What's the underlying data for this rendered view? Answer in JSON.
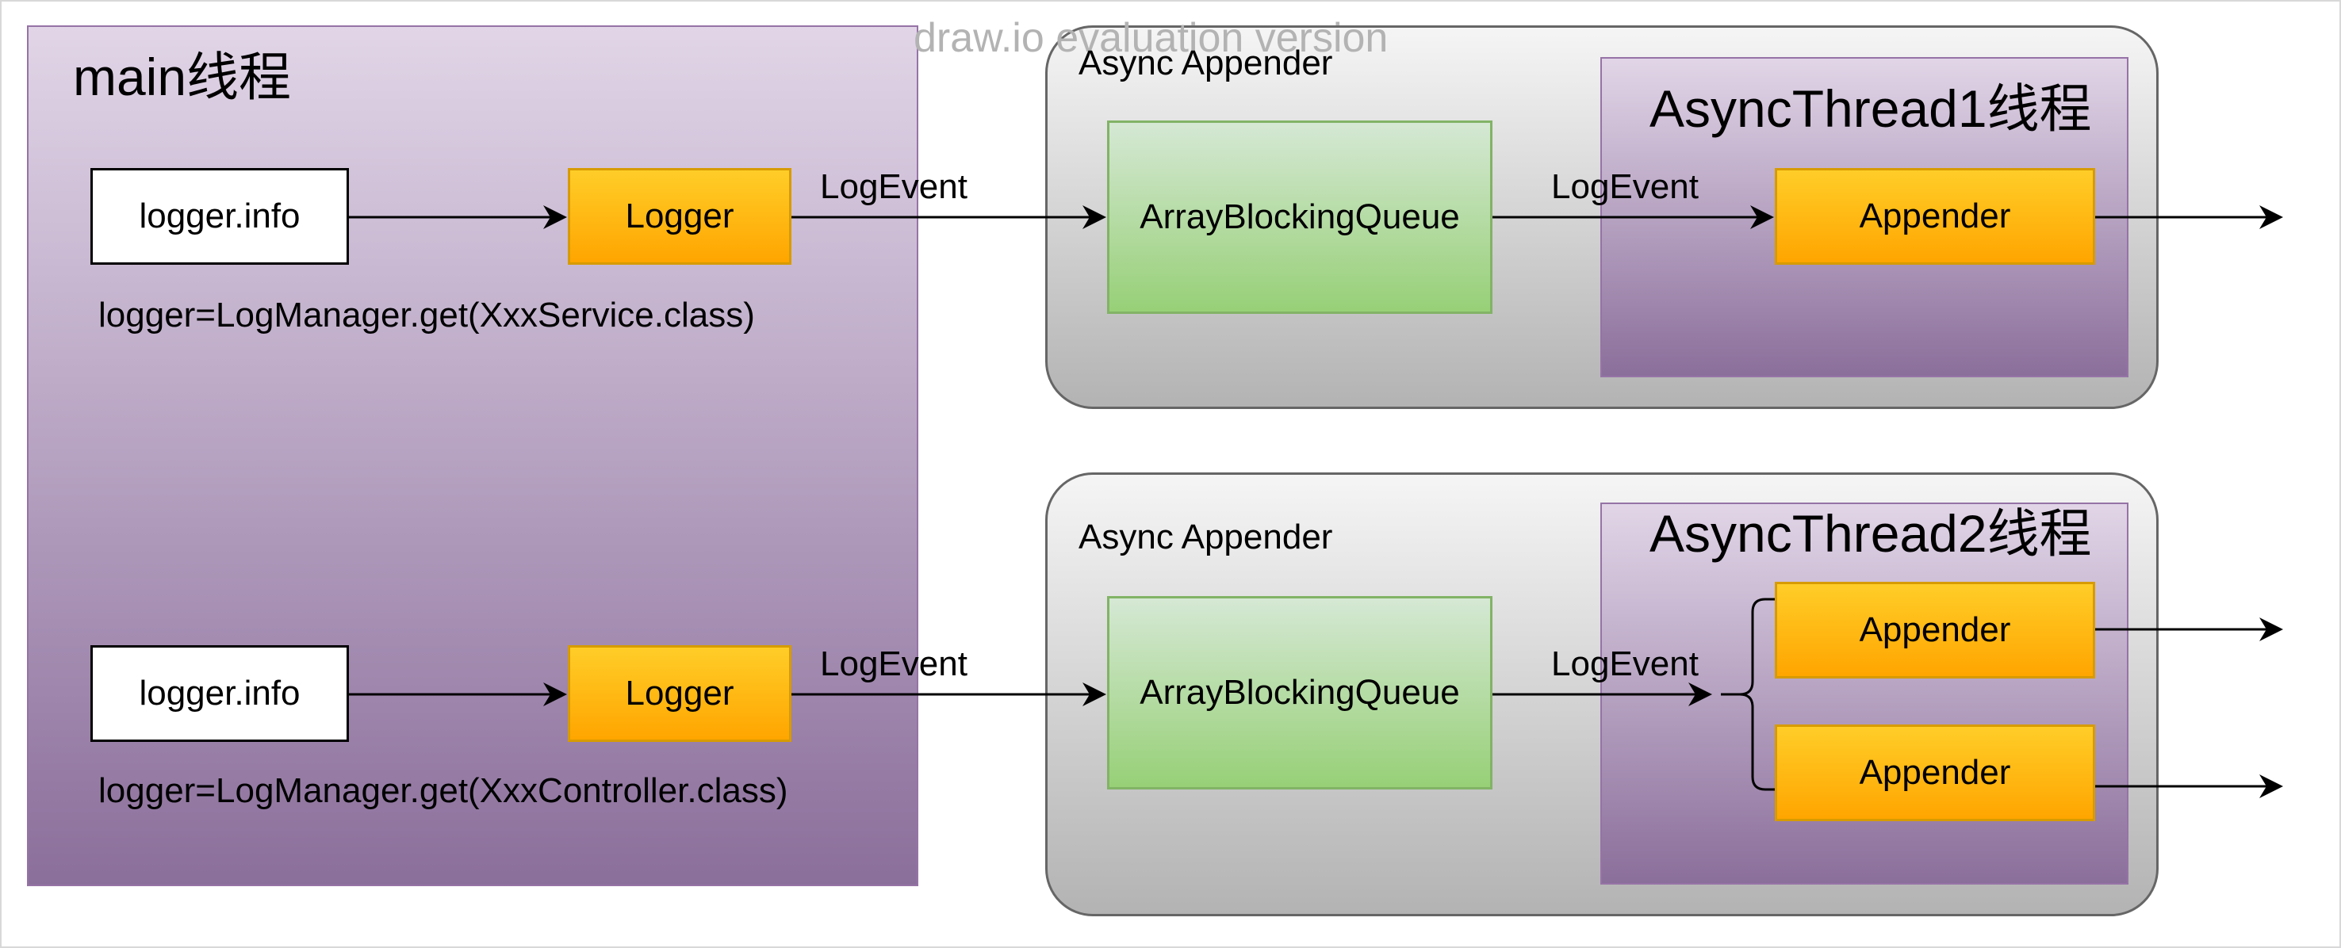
{
  "watermark": "draw.io evaluation version",
  "main_thread": {
    "title": "main线程",
    "row1": {
      "call": "logger.info",
      "logger": "Logger",
      "edge_label": "LogEvent",
      "definition": "logger=LogManager.get(XxxService.class)"
    },
    "row2": {
      "call": "logger.info",
      "logger": "Logger",
      "edge_label": "LogEvent",
      "definition": "logger=LogManager.get(XxxController.class)"
    }
  },
  "async_appenders": [
    {
      "label": "Async Appender",
      "queue": "ArrayBlockingQueue",
      "edge_label": "LogEvent",
      "thread_title": "AsyncThread1线程",
      "appenders": [
        "Appender"
      ]
    },
    {
      "label": "Async Appender",
      "queue": "ArrayBlockingQueue",
      "edge_label": "LogEvent",
      "thread_title": "AsyncThread2线程",
      "appenders": [
        "Appender",
        "Appender"
      ]
    }
  ],
  "colors": {
    "thread_fill_top": "#e1d5e7",
    "thread_fill_bottom": "#8b6f9b",
    "thread_stroke": "#9673a6",
    "appender_group_top": "#f5f5f5",
    "appender_group_bottom": "#b3b3b3",
    "orange_top": "#ffcd28",
    "orange_bottom": "#ffa500",
    "orange_stroke": "#d79b00",
    "green_top": "#d5e8d4",
    "green_bottom": "#97d077",
    "green_stroke": "#82b366"
  }
}
